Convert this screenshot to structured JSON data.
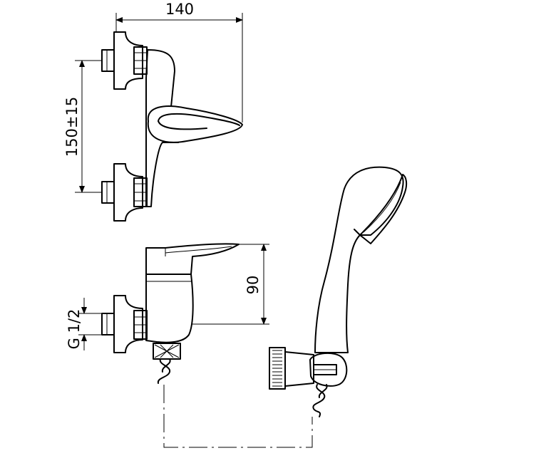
{
  "dimensions": {
    "width": "140",
    "height_inlets": "150±15",
    "height_body": "90",
    "thread": "G 1/2"
  }
}
